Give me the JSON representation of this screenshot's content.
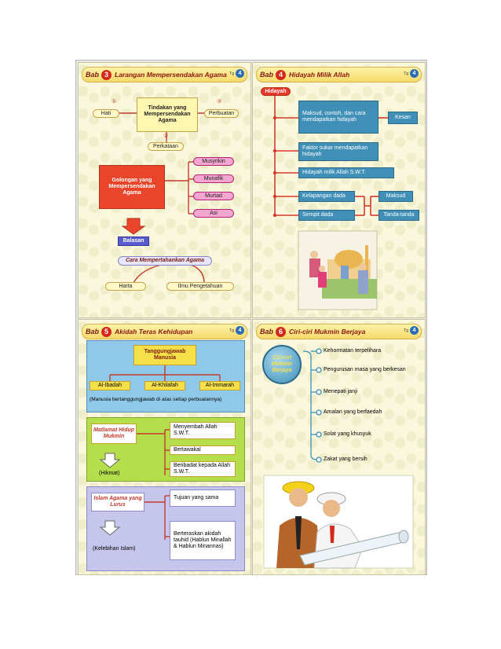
{
  "panels": {
    "p1": {
      "bab": "Bab",
      "num": "3",
      "title": "Larangan Mempersendakan Agama",
      "tg": "Tg",
      "tgnum": "4",
      "center": "Tindakan yang Mempersendakan Agama",
      "n1": "①",
      "hati": "Hati",
      "n3": "③",
      "perbuatan": "Perbuatan",
      "n2": "②",
      "perkataan": "Perkataan",
      "golongan": "Golongan yang Mempersendakan Agama",
      "groups": [
        "Musyrikin",
        "Munafik",
        "Murtad",
        "Asi"
      ],
      "balasan": "Balasan",
      "cara": "Cara Mempertahankan Agama",
      "harta": "Harta",
      "ilmu": "Ilmu Pengetahuan"
    },
    "p2": {
      "bab": "Bab",
      "num": "4",
      "title": "Hidayah Milik Allah",
      "tg": "Tg",
      "tgnum": "4",
      "hidayah": "Hidayah",
      "b1": "Maksud, contoh, dan cara mendapatkan hidayah",
      "kesan": "Kesan",
      "b2": "Faktor sukar mendapatkan hidayah",
      "b3": "Hidayah milik Allah S.W.T.",
      "b4": "Kelapangan dada",
      "b5": "Sempit dada",
      "maksud": "Maksud",
      "tanda": "Tanda-tanda"
    },
    "p3": {
      "bab": "Bab",
      "num": "5",
      "title": "Akidah Teras Kehidupan",
      "tg": "Tg",
      "tgnum": "4",
      "tanggung": "Tanggungjawab Manusia",
      "roles": [
        "Al-Ibadah",
        "Al-Khilafah",
        "Al-Immarah"
      ],
      "note": "(Manusia bertanggungjawab di atas setiap perbuatannya)",
      "matlamat": "Matlamat Hidup Mukmin",
      "hikmat": "(Hikmat)",
      "m1": "Menyembah Allah S.W.T.",
      "m2": "Bertawakal",
      "m3": "Beribadat kepada Allah S.W.T.",
      "islam": "Islam Agama yang Lurus",
      "kelebihan": "(Kelebihan Islam)",
      "i1": "Tujuan yang sama",
      "i2": "Berteraskan akidah tauhid (Hablun Minallah & Hablun Minannas)"
    },
    "p4": {
      "bab": "Bab",
      "num": "6",
      "title": "Ciri-ciri Mukmin Berjaya",
      "tg": "Tg",
      "tgnum": "4",
      "circle": "Ciri-ciri Mukmin Berjaya",
      "items": [
        "Kehormatan terpelihara",
        "Pengurusan masa yang berkesan",
        "Menepati janji",
        "Amalan yang berfaedah",
        "Solat yang khusyuk",
        "Zakat yang bersih"
      ]
    }
  }
}
